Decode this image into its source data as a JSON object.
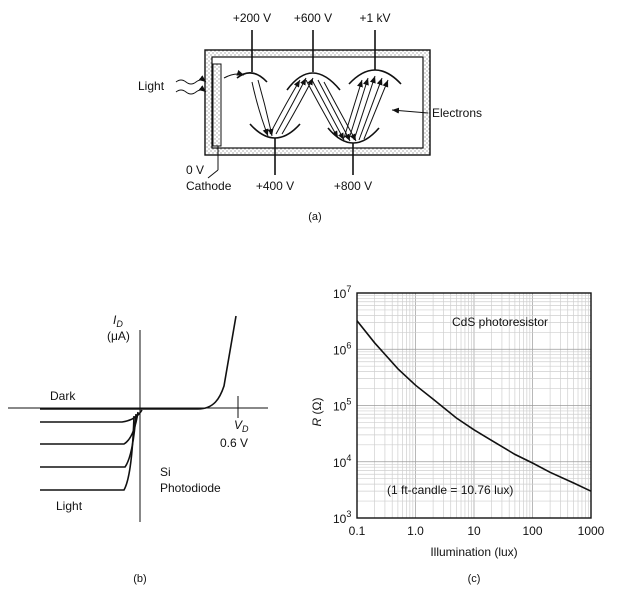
{
  "panel_a": {
    "caption": "(a)",
    "dynode_voltages_top": [
      "+200 V",
      "+600 V",
      "+1 kV"
    ],
    "dynode_voltages_bottom": [
      "+400 V",
      "+800 V"
    ],
    "light_label": "Light",
    "electrons_label": "Electrons",
    "cathode_voltage": "0 V",
    "cathode_label": "Cathode"
  },
  "panel_b": {
    "caption": "(b)",
    "y_axis_symbol": "I",
    "y_axis_subscript": "D",
    "y_axis_unit": "(μA)",
    "x_axis_symbol": "V",
    "x_axis_subscript": "D",
    "x_tick": "0.6 V",
    "dark_label": "Dark",
    "light_label": "Light",
    "device_line1": "Si",
    "device_line2": "Photodiode"
  },
  "chart_data": {
    "type": "line",
    "caption": "(c)",
    "annotation_title": "CdS photoresistor",
    "annotation_note": "(1 ft-candle = 10.76 lux)",
    "xlabel": "Illumination (lux)",
    "ylabel_symbol": "R",
    "ylabel_unit": "(Ω)",
    "x_scale": "log",
    "y_scale": "log",
    "xlim": [
      0.1,
      1000
    ],
    "ylim": [
      1000,
      10000000
    ],
    "x_ticks": [
      0.1,
      1,
      10,
      100,
      1000
    ],
    "x_tick_labels": [
      "0.1",
      "1.0",
      "10",
      "100",
      "1000"
    ],
    "y_ticks": [
      1000,
      10000,
      100000,
      1000000,
      10000000
    ],
    "y_tick_labels": [
      {
        "base": "10",
        "exp": "3"
      },
      {
        "base": "10",
        "exp": "4"
      },
      {
        "base": "10",
        "exp": "5"
      },
      {
        "base": "10",
        "exp": "6"
      },
      {
        "base": "10",
        "exp": "7"
      }
    ],
    "grid": true,
    "series": [
      {
        "x": [
          0.1,
          0.2,
          0.5,
          1,
          2,
          5,
          10,
          20,
          50,
          100,
          200,
          500,
          1000
        ],
        "y": [
          3200000,
          1300000,
          450000,
          230000,
          130000,
          60000,
          37000,
          24000,
          13500,
          9500,
          6500,
          4200,
          3000
        ]
      }
    ]
  }
}
